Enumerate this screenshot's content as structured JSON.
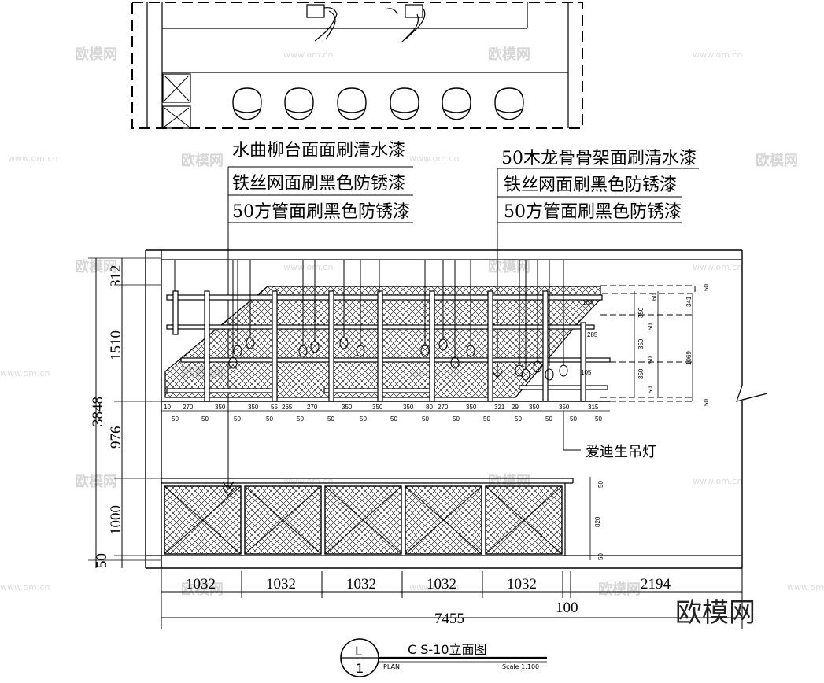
{
  "plan_top": {
    "label": "plan-view-top"
  },
  "notes_left": [
    "水曲柳台面面刷清水漆",
    "铁丝网面刷黑色防锈漆",
    "50方管面刷黑色防锈漆"
  ],
  "notes_right": [
    "50木龙骨骨架面刷清水漆",
    "铁丝网面刷黑色防锈漆",
    "50方管面刷黑色防锈漆"
  ],
  "lamp_label": "爱迪生吊灯",
  "dims_left": [
    "3848",
    "312",
    "1510",
    "976",
    "1000",
    "50"
  ],
  "dims_bottom": [
    "1032",
    "1032",
    "1032",
    "1032",
    "1032",
    "2194"
  ],
  "dim_small": "100",
  "dim_total": "7455",
  "row_dims_top": [
    "10",
    "270",
    "350",
    "350",
    "55",
    "265",
    "270",
    "350",
    "350",
    "350",
    "80",
    "270",
    "350",
    "321",
    "29",
    "350",
    "350",
    "315"
  ],
  "row_dims_bottom_labels": [
    "50",
    "50",
    "50",
    "50",
    "50",
    "50",
    "50",
    "50",
    "50",
    "50",
    "50",
    "50",
    "50",
    "50",
    "50"
  ],
  "right_dims": [
    "50",
    "341",
    "350",
    "50",
    "350",
    "50",
    "350",
    "50",
    "1069",
    "50",
    "60"
  ],
  "inner_dims": [
    "164",
    "285",
    "105"
  ],
  "counter_dims": [
    "50",
    "820",
    "50"
  ],
  "title_block": {
    "circle_top": "L",
    "circle_bottom": "1",
    "title": "C  S-10立面图",
    "plan": "PLAN",
    "scale": "Scale 1:100"
  },
  "watermark": {
    "brand": "欧模网",
    "url": "www.om.cn"
  },
  "logo": "欧模网"
}
